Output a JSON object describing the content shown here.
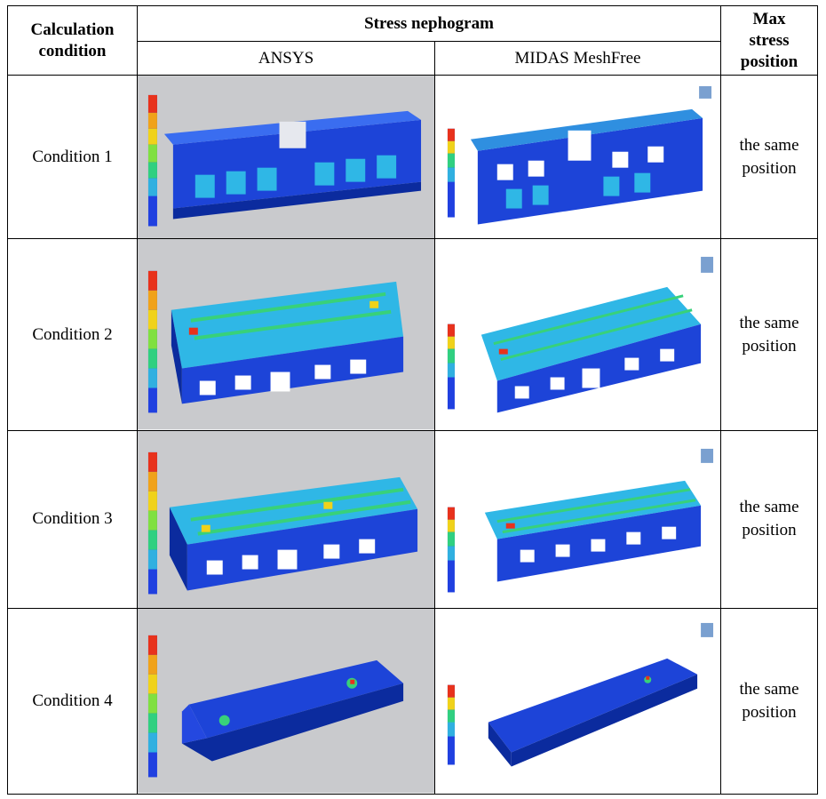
{
  "header": {
    "calc_condition": [
      "Calculation",
      "condition"
    ],
    "stress_nephogram": "Stress nephogram",
    "ansys": "ANSYS",
    "midas": "MIDAS MeshFree",
    "max_stress": [
      "Max",
      "stress",
      "position"
    ]
  },
  "rows": [
    {
      "condition": "Condition 1",
      "position": [
        "the same",
        "position"
      ]
    },
    {
      "condition": "Condition 2",
      "position": [
        "the same",
        "position"
      ]
    },
    {
      "condition": "Condition 3",
      "position": [
        "the same",
        "position"
      ]
    },
    {
      "condition": "Condition 4",
      "position": [
        "the same",
        "position"
      ]
    }
  ],
  "colors": {
    "ansys_bg": "#c8c9cc",
    "midas_bg": "#ffffff",
    "structure_blue": "#1d44d8",
    "structure_dark": "#0b2b9e",
    "beam_green": "#38d17a",
    "beam_cyan": "#2fb7e6",
    "hot_red": "#e8321c",
    "hot_yellow": "#f0d21a"
  }
}
